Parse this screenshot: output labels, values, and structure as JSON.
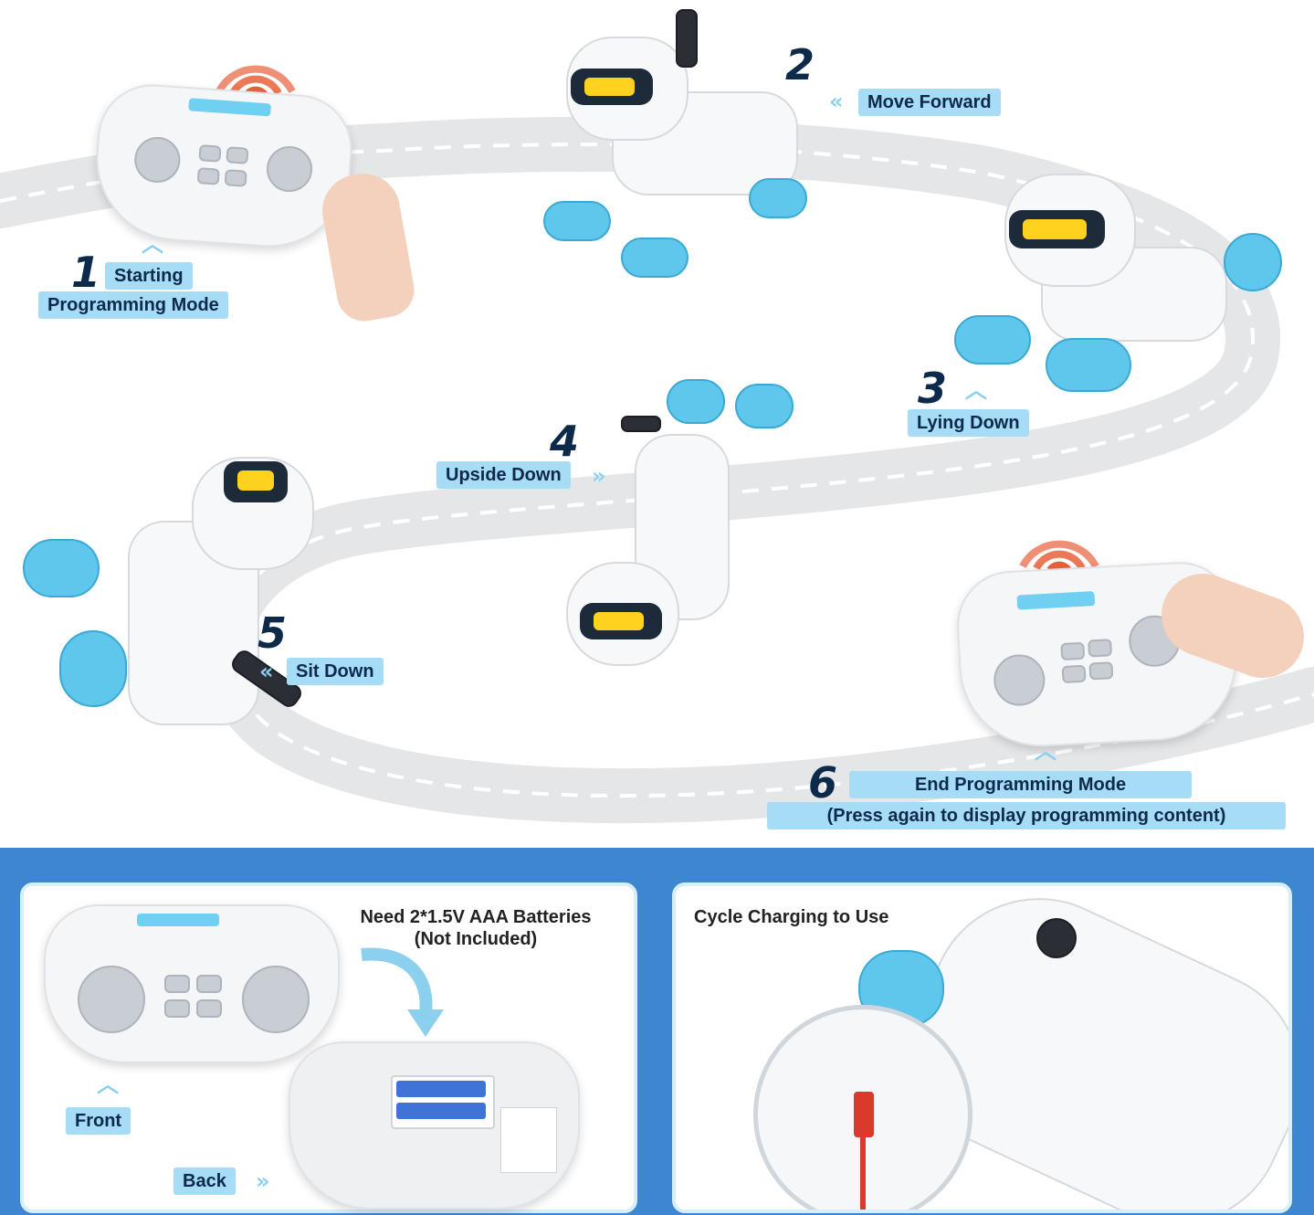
{
  "steps": [
    {
      "number": "1",
      "label_line1": "Starting",
      "label_line2": "Programming Mode"
    },
    {
      "number": "2",
      "label": "Move Forward"
    },
    {
      "number": "3",
      "label": "Lying Down"
    },
    {
      "number": "4",
      "label": "Upside Down"
    },
    {
      "number": "5",
      "label": "Sit Down"
    },
    {
      "number": "6",
      "label": "End Programming Mode",
      "note": "(Press again to display programming content)"
    }
  ],
  "battery_panel": {
    "battery_note_line1": "Need 2*1.5V AAA Batteries",
    "battery_note_line2": "(Not Included)",
    "front_label": "Front",
    "back_label": "Back"
  },
  "charging_panel": {
    "title": "Cycle Charging to Use"
  },
  "colors": {
    "label_bg": "#a6dcf6",
    "label_text": "#0d2a4a",
    "bottom_band": "#3f86d0",
    "accent_blue": "#5fc6ec",
    "signal_orange": "#e8603a"
  }
}
